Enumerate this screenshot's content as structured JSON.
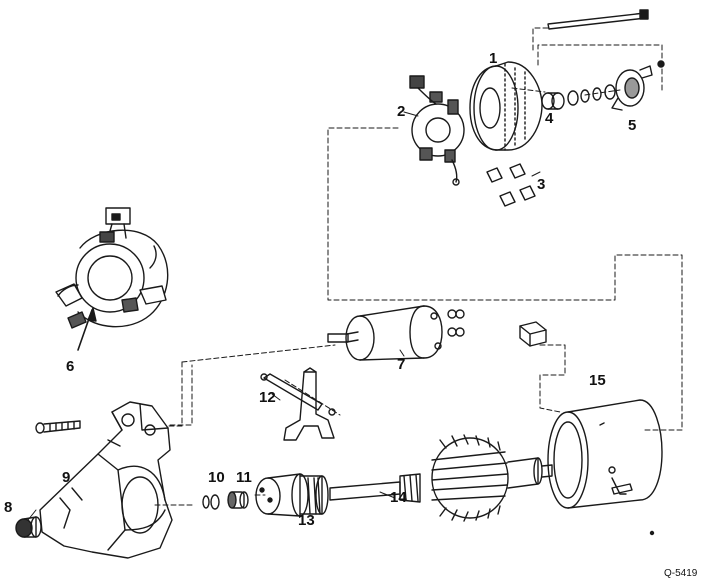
{
  "callouts": {
    "c1": "1",
    "c2": "2",
    "c3": "3",
    "c4": "4",
    "c5": "5",
    "c6": "6",
    "c7": "7",
    "c8": "8",
    "c9": "9",
    "c10": "10",
    "c11": "11",
    "c12": "12",
    "c13": "13",
    "c14": "14",
    "c15": "15"
  },
  "figure_ref": "Q-5419",
  "colors": {
    "ink": "#1a1a1a",
    "paper": "#ffffff"
  }
}
